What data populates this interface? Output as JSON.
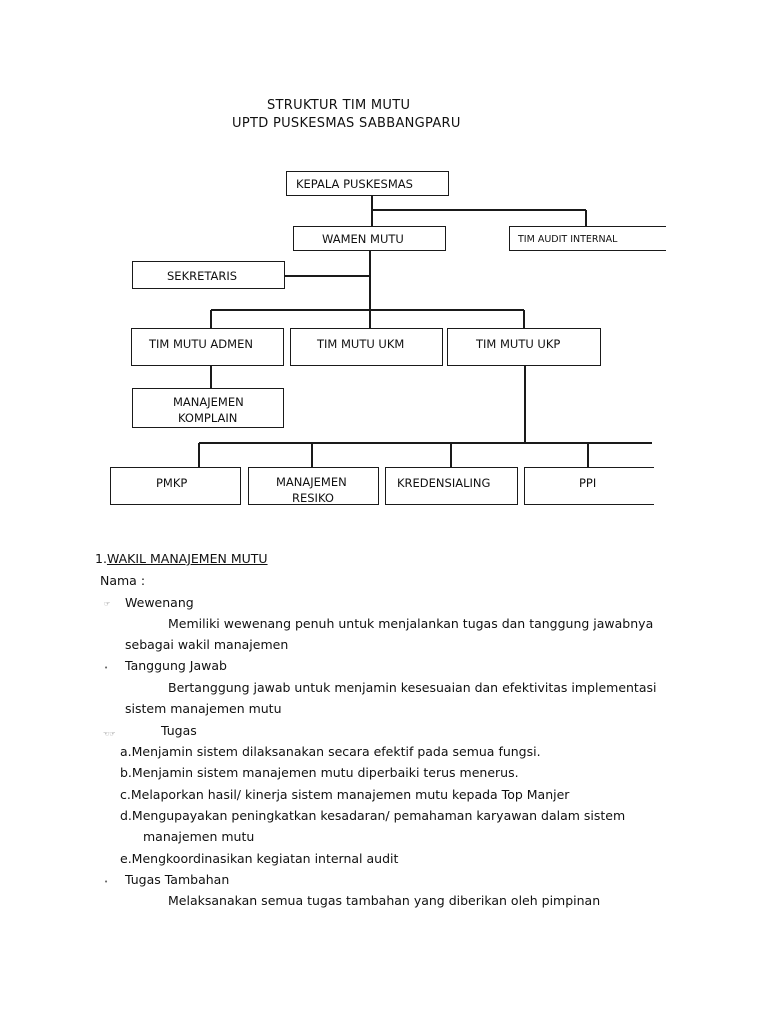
{
  "title": {
    "line1": "STRUKTUR TIM MUTU",
    "line2": "UPTD PUSKESMAS SABBANGPARU"
  },
  "org_chart": {
    "kepala": "KEPALA PUSKESMAS",
    "wamen": "WAMEN MUTU",
    "audit": "TIM AUDIT INTERNAL",
    "sekretaris": "SEKRETARIS",
    "admen": "TIM MUTU ADMEN",
    "ukm": "TIM MUTU UKM",
    "ukp": "TIM MUTU UKP",
    "komplain_1": "MANAJEMEN",
    "komplain_2": "KOMPLAIN",
    "pmkp": "PMKP",
    "resiko_1": "MANAJEMEN",
    "resiko_2": "RESIKO",
    "kredensialing": "KREDENSIALING",
    "ppi": "PPI"
  },
  "section": {
    "number": "1.",
    "heading": "WAKIL MANAJEMEN MUTU",
    "nama_label": "Nama :",
    "wewenang": {
      "label": "Wewenang",
      "text_1": "Memiliki wewenang penuh untuk menjalankan tugas dan tanggung jawabnya",
      "text_2": "sebagai wakil manajemen"
    },
    "tanggung_jawab": {
      "label": "Tanggung Jawab",
      "text_1": "Bertanggung jawab untuk menjamin kesesuaian dan efektivitas implementasi",
      "text_2": "sistem manajemen mutu"
    },
    "tugas": {
      "label": "Tugas",
      "items": [
        {
          "marker": "a.",
          "text": "Menjamin sistem dilaksanakan secara efektif  pada semua fungsi."
        },
        {
          "marker": "b.",
          "text": "Menjamin sistem manajemen mutu diperbaiki terus menerus."
        },
        {
          "marker": "c.",
          "text": "Melaporkan hasil/ kinerja sistem manajemen mutu kepada Top  Manjer"
        },
        {
          "marker": "d.",
          "text": "Mengupayakan peningkatkan kesadaran/  pemahaman karyawan dalam sistem",
          "text_cont": "manajemen mutu"
        },
        {
          "marker": "e.",
          "text": "Mengkoordinasikan kegiatan internal audit"
        }
      ]
    },
    "tugas_tambahan": {
      "label": "Tugas Tambahan",
      "text": "Melaksanakan semua tugas tambahan yang diberikan oleh pimpinan"
    }
  }
}
